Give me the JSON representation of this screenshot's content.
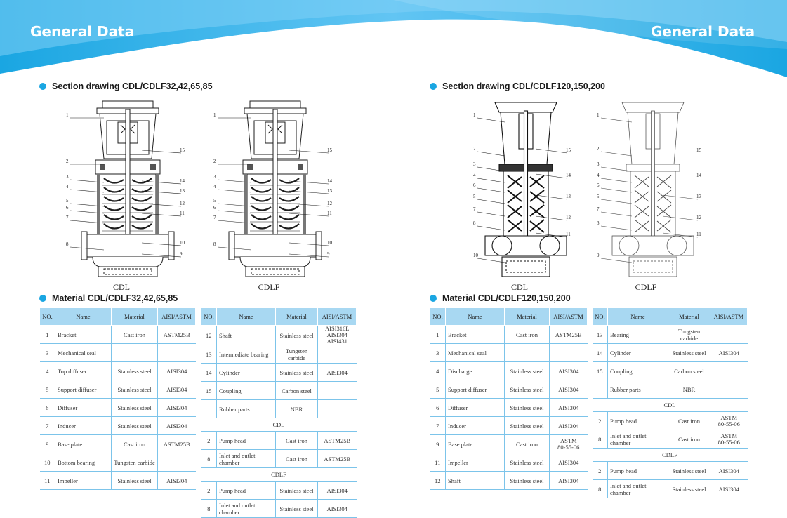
{
  "header": {
    "title_left": "General Data",
    "title_right": "General Data"
  },
  "colors": {
    "banner_sky": "#62c5f3",
    "banner_deep": "#1aa6e2",
    "bullet": "#1aa6e2",
    "table_header": "#a8d8f2",
    "rule": "#7cc4ea"
  },
  "left": {
    "section_title": "Section drawing CDL/CDLF32,42,65,85",
    "drawing_a": {
      "caption": "CDL",
      "callouts_left": [
        "1",
        "2",
        "3",
        "4",
        "5",
        "6",
        "7",
        "8"
      ],
      "callouts_right": [
        "15",
        "14",
        "13",
        "12",
        "11",
        "10",
        "9"
      ]
    },
    "drawing_b": {
      "caption": "CDLF",
      "callouts_left": [
        "1",
        "2",
        "3",
        "4",
        "5",
        "6",
        "7",
        "8"
      ],
      "callouts_right": [
        "15",
        "14",
        "13",
        "12",
        "11",
        "10",
        "9"
      ]
    },
    "material_title": "Material  CDL/CDLF32,42,65,85",
    "table1": {
      "headers": [
        "NO.",
        "Name",
        "Material",
        "AISI/ASTM"
      ],
      "rows": [
        [
          "1",
          "Bracket",
          "Cast iron",
          "ASTM25B"
        ],
        [
          "3",
          "Mechanical seal",
          "",
          ""
        ],
        [
          "4",
          "Top diffuser",
          "Stainless steel",
          "AISI304"
        ],
        [
          "5",
          "Support diffuser",
          "Stainless steel",
          "AISI304"
        ],
        [
          "6",
          "Diffuser",
          "Stainless steel",
          "AISI304"
        ],
        [
          "7",
          "Inducer",
          "Stainless steel",
          "AISI304"
        ],
        [
          "9",
          "Base plate",
          "Cast iron",
          "ASTM25B"
        ],
        [
          "10",
          "Bottom bearing",
          "Tungsten carbide",
          ""
        ],
        [
          "11",
          "Impeller",
          "Stainless steel",
          "AISI304"
        ]
      ]
    },
    "table2": {
      "headers": [
        "NO.",
        "Name",
        "Material",
        "AISI/ASTM"
      ],
      "rows": [
        [
          "12",
          "Shaft",
          "Stainless steel",
          "AISI316L\nAISI304\nAISI431"
        ],
        [
          "13",
          "Intermediate bearing",
          "Tungsten carbide",
          ""
        ],
        [
          "14",
          "Cylinder",
          "Stainless steel",
          "AISI304"
        ],
        [
          "15",
          "Coupling",
          "Carbon steel",
          ""
        ],
        [
          "",
          "Rubber parts",
          "NBR",
          ""
        ]
      ],
      "group1_label": "CDL",
      "group1_rows": [
        [
          "2",
          "Pump head",
          "Cast iron",
          "ASTM25B"
        ],
        [
          "8",
          "Inlet and outlet chamber",
          "Cast iron",
          "ASTM25B"
        ]
      ],
      "group2_label": "CDLF",
      "group2_rows": [
        [
          "2",
          "Pump head",
          "Stainless steel",
          "AISI304"
        ],
        [
          "8",
          "Inlet and outlet chamber",
          "Stainless steel",
          "AISI304"
        ]
      ]
    }
  },
  "right": {
    "section_title": "Section drawing CDL/CDLF120,150,200",
    "drawing_a": {
      "caption": "CDL",
      "callouts_left": [
        "1",
        "2",
        "3",
        "4",
        "6",
        "5",
        "7",
        "8",
        "10"
      ],
      "callouts_right": [
        "15",
        "14",
        "13",
        "12",
        "11"
      ]
    },
    "drawing_b": {
      "caption": "CDLF",
      "callouts_left": [
        "1",
        "2",
        "3",
        "4",
        "6",
        "5",
        "7",
        "8",
        "9"
      ],
      "callouts_right": [
        "15",
        "14",
        "13",
        "12",
        "11"
      ]
    },
    "material_title": "Material  CDL/CDLF120,150,200",
    "table1": {
      "headers": [
        "NO.",
        "Name",
        "Material",
        "AISI/ASTM"
      ],
      "rows": [
        [
          "1",
          "Bracket",
          "Cast iron",
          "ASTM25B"
        ],
        [
          "3",
          "Mechanical seal",
          "",
          ""
        ],
        [
          "4",
          "Discharge",
          "Stainless steel",
          "AISI304"
        ],
        [
          "5",
          "Support diffuser",
          "Stainless steel",
          "AISI304"
        ],
        [
          "6",
          "Diffuser",
          "Stainless steel",
          "AISI304"
        ],
        [
          "7",
          "Inducer",
          "Stainless steel",
          "AISI304"
        ],
        [
          "9",
          "Base plate",
          "Cast iron",
          "ASTM\n80-55-06"
        ],
        [
          "11",
          "Impeller",
          "Stainless steel",
          "AISI304"
        ],
        [
          "12",
          "Shaft",
          "Stainless steel",
          "AISI304"
        ]
      ]
    },
    "table2": {
      "headers": [
        "NO.",
        "Name",
        "Material",
        "AISI/ASTM"
      ],
      "rows": [
        [
          "13",
          "Bearing",
          "Tungsten carbide",
          ""
        ],
        [
          "14",
          "Cylinder",
          "Stainless steel",
          "AISI304"
        ],
        [
          "15",
          "Coupling",
          "Carbon steel",
          ""
        ],
        [
          "",
          "Rubber parts",
          "NBR",
          ""
        ]
      ],
      "group1_label": "CDL",
      "group1_rows": [
        [
          "2",
          "Pump head",
          "Cast iron",
          "ASTM\n80-55-06"
        ],
        [
          "8",
          "Inlet and outlet chamber",
          "Cast iron",
          "ASTM\n80-55-06"
        ]
      ],
      "group2_label": "CDLF",
      "group2_rows": [
        [
          "2",
          "Pump head",
          "Stainless steel",
          "AISI304"
        ],
        [
          "8",
          "Inlet and outlet chamber",
          "Stainless steel",
          "AISI304"
        ]
      ]
    }
  }
}
